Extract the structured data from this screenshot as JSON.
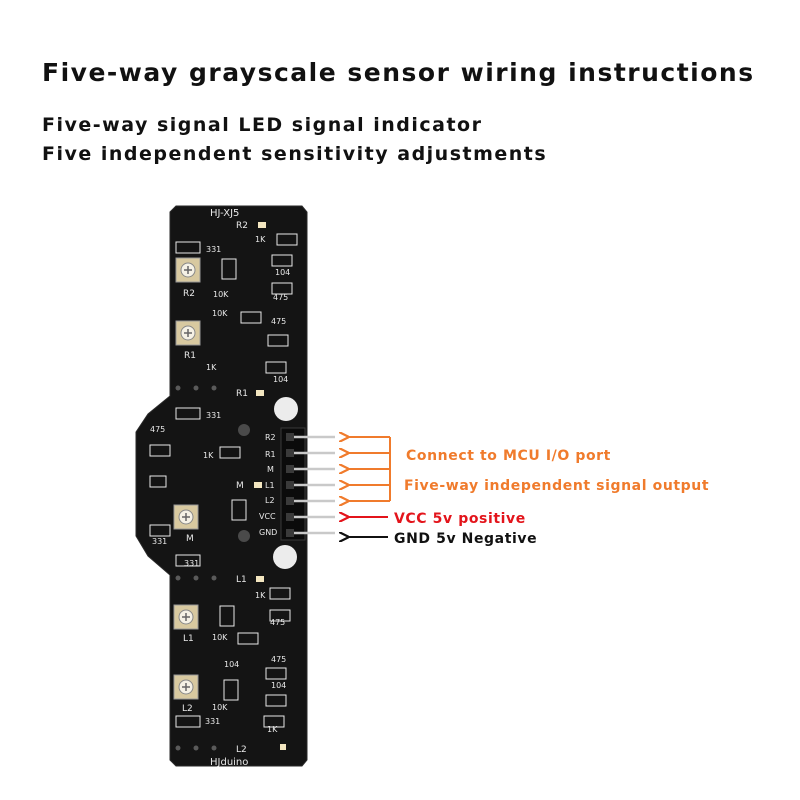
{
  "header": {
    "title": "Five-way grayscale sensor wiring instructions",
    "feature_1": "Five-way signal LED signal indicator",
    "feature_2": "Five independent sensitivity adjustments"
  },
  "board": {
    "model": "HJ-XJ5",
    "brand": "HJduino",
    "pins": [
      "R2",
      "R1",
      "M",
      "L1",
      "L2",
      "VCC",
      "GND"
    ],
    "pot_labels": [
      "R2",
      "R1",
      "M",
      "L1",
      "L2"
    ],
    "led_labels": [
      "R2",
      "R1",
      "M",
      "L1",
      "L2"
    ],
    "resistor_codes": {
      "r331": "331",
      "r1k": "1K",
      "r10k": "10K",
      "r104": "104",
      "r475": "475"
    },
    "colors": {
      "pcb": "#141414",
      "silkscreen": "#e8e8e8",
      "pin": "#c9c9c9"
    }
  },
  "annotations": {
    "mcu_port": "Connect to MCU I/O port",
    "signal_output": "Five-way independent signal output",
    "vcc": "VCC 5v positive",
    "gnd": "GND 5v Negative",
    "colors": {
      "signal": "#f07b2c",
      "vcc": "#e3141b",
      "gnd": "#111111"
    }
  }
}
